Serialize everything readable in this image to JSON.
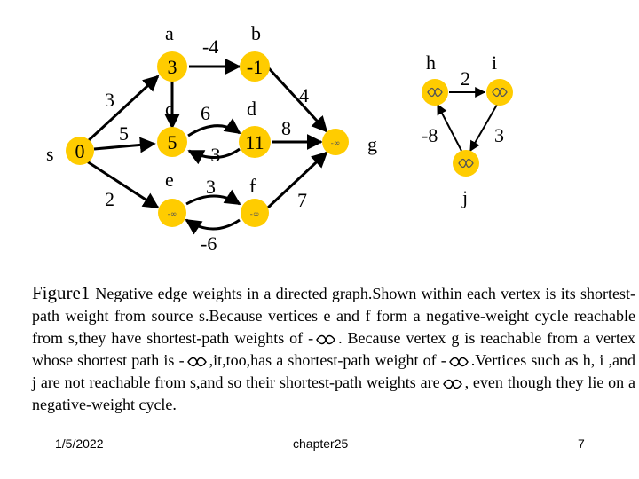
{
  "graph": {
    "vertex_labels": {
      "a": "a",
      "b": "b",
      "c": "c",
      "d": "d",
      "e": "e",
      "f": "f",
      "s": "s",
      "g": "g",
      "h": "h",
      "i": "i",
      "j": "j"
    },
    "vertex_values": {
      "s": "0",
      "a": "3",
      "b": "-1",
      "c": "5",
      "d": "11"
    },
    "infinity_symbol": "-∞",
    "edge_weights": {
      "a_b": "-4",
      "s_a": "3",
      "s_c": "5",
      "s_e": "2",
      "c_d": "6",
      "d_c": "-3",
      "e_f": "3",
      "f_e": "-6",
      "b_g": "4",
      "d_g": "8",
      "f_g": "7",
      "h_i": "2",
      "h_j": "-8",
      "i_j": "3"
    },
    "colors": {
      "vertex_fill": "#ffcc00",
      "edge": "#000000"
    }
  },
  "caption": {
    "figure_label": "Figure1",
    "part1": "Negative edge weights in a directed graph.Shown within each vertex is its shortest-path weight from source s.Because vertices e and f form a negative-weight cycle reachable from s,they have shortest-path weights of -",
    "part2": ". Because vertex g is reachable from a vertex whose shortest path is -",
    "part3": ",it,too,has a shortest-path weight of -",
    "part4": ".Vertices such as h, i ,and j are not reachable from s,and so their shortest-path weights are",
    "part5": ", even though they lie on a negative-weight cycle."
  },
  "footer": {
    "date": "1/5/2022",
    "center": "chapter25",
    "page": "7"
  }
}
